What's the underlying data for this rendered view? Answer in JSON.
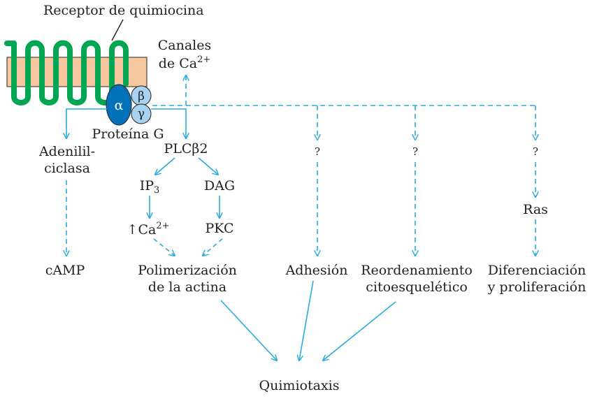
{
  "receptor_label": "Receptor de quimiocina",
  "g_protein": {
    "label": "Proteína G",
    "alpha": "α",
    "beta": "β",
    "gamma": "γ"
  },
  "calcium_channels": {
    "line1": "Canales",
    "line2_base": "de Ca",
    "line2_sup": "2+"
  },
  "adenylyl": {
    "line1": "Adenilil-",
    "line2": "ciclasa"
  },
  "plc": "PLCβ2",
  "ip3": {
    "base": "IP",
    "sub": "3"
  },
  "dag": "DAG",
  "calcium": {
    "arrow": "↑",
    "base": "Ca",
    "sup": "2+"
  },
  "pkc": "PKC",
  "camp": "cAMP",
  "polymerization": {
    "line1": "Polimerización",
    "line2": "de la actina"
  },
  "adhesion": "Adhesión",
  "cytoskeletal": {
    "line1": "Reordenamiento",
    "line2": "citoesquelético"
  },
  "ras": "Ras",
  "differentiation": {
    "line1": "Diferenciación",
    "line2": "y proliferación"
  },
  "unknown_mark": "?",
  "chemotaxis": "Quimiotaxis",
  "colors": {
    "membrane": "#f7c8a0",
    "receptor": "#00a651",
    "alpha": "#0072bc",
    "beta_gamma": "#a7d3f0",
    "arrows": "#29abe2",
    "text": "#231f20"
  }
}
